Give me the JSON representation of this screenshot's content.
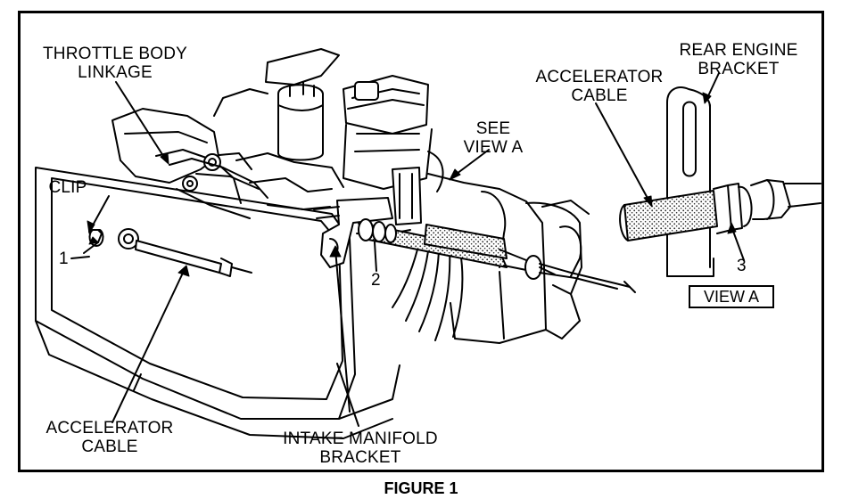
{
  "labels": {
    "throttle_body_linkage": "THROTTLE BODY\nLINKAGE",
    "clip": "CLIP",
    "see_view_a": "SEE\nVIEW A",
    "accelerator_cable_top": "ACCELERATOR\nCABLE",
    "rear_engine_bracket": "REAR ENGINE\nBRACKET",
    "accelerator_cable_bottom": "ACCELERATOR\nCABLE",
    "intake_manifold_bracket": "INTAKE MANIFOLD\nBRACKET",
    "view_a": "VIEW A"
  },
  "callouts": {
    "one": "1",
    "two": "2",
    "three": "3"
  },
  "caption": "FIGURE 1",
  "colors": {
    "ink": "#000000",
    "paper": "#ffffff",
    "stipple": "#555555"
  }
}
